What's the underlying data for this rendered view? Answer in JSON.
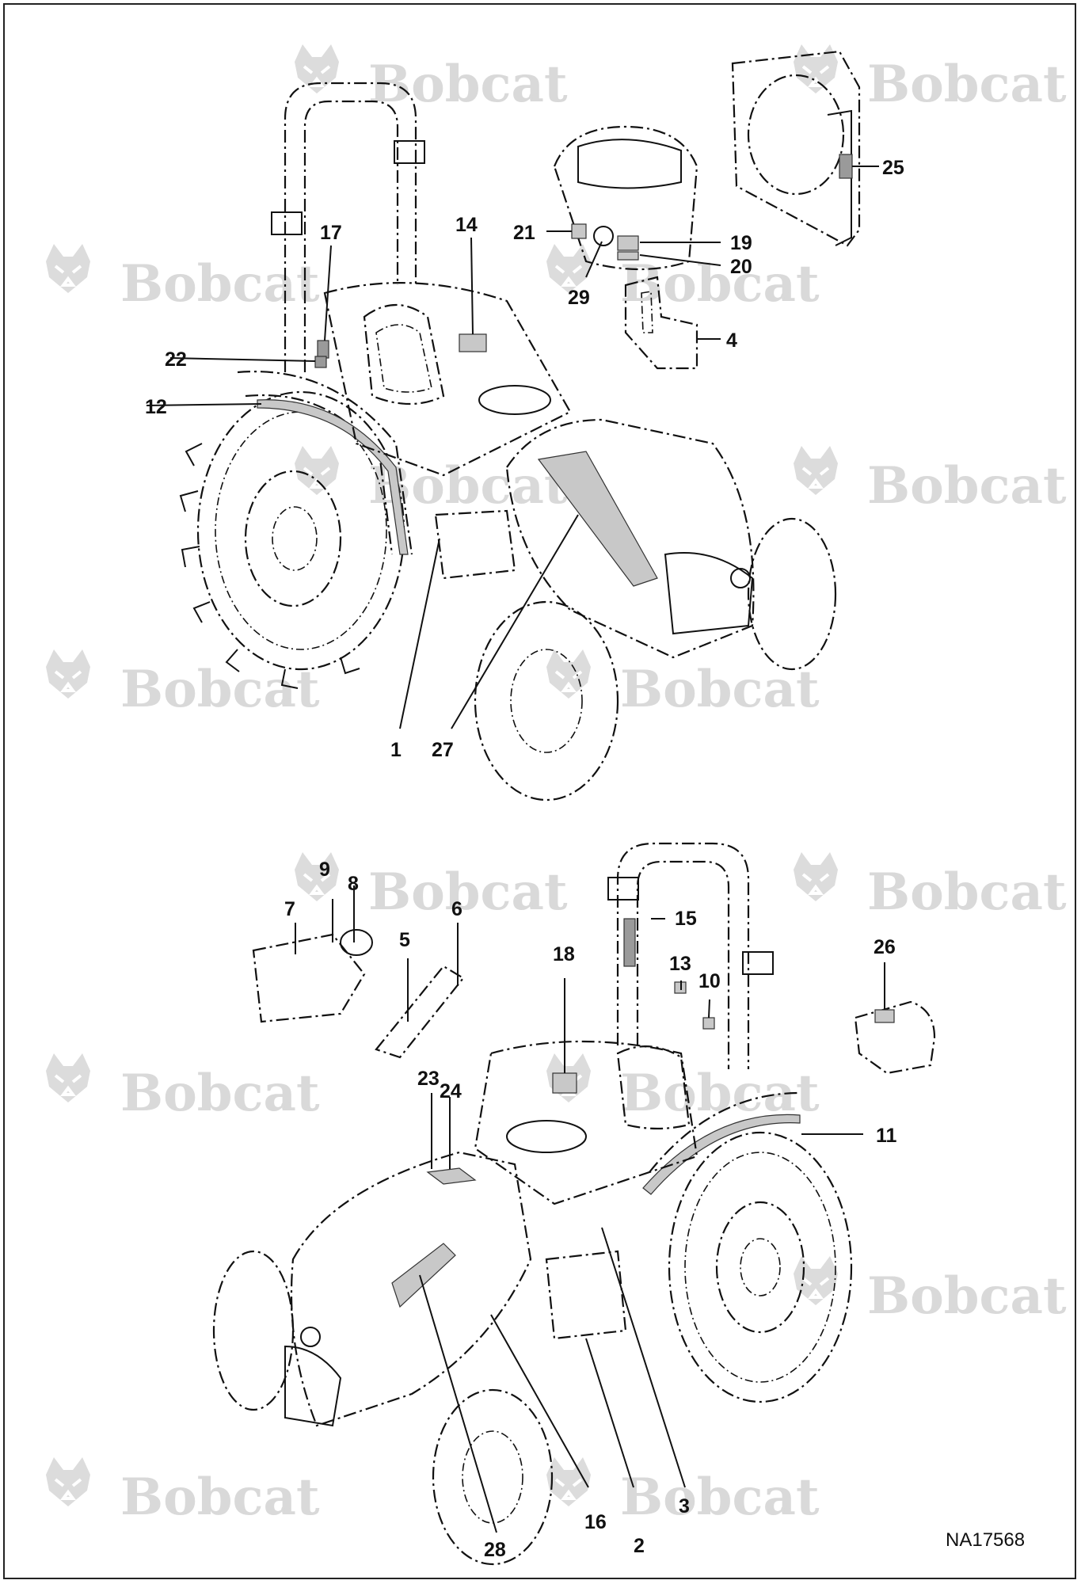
{
  "watermark": {
    "brand": "Bobcat",
    "mark": "®",
    "icon": "bobcat-head-logo-icon",
    "color": "#d9d9d9"
  },
  "figure_id": "NA17568",
  "callouts": {
    "c1": "1",
    "c2": "2",
    "c3": "3",
    "c4": "4",
    "c5": "5",
    "c6": "6",
    "c7": "7",
    "c8": "8",
    "c9": "9",
    "c10": "10",
    "c11": "11",
    "c12": "12",
    "c13": "13",
    "c14": "14",
    "c15": "15",
    "c16": "16",
    "c17": "17",
    "c18": "18",
    "c19": "19",
    "c20": "20",
    "c21": "21",
    "c22": "22",
    "c23": "23",
    "c24": "24",
    "c25": "25",
    "c26": "26",
    "c27": "27",
    "c28": "28",
    "c29": "29"
  }
}
